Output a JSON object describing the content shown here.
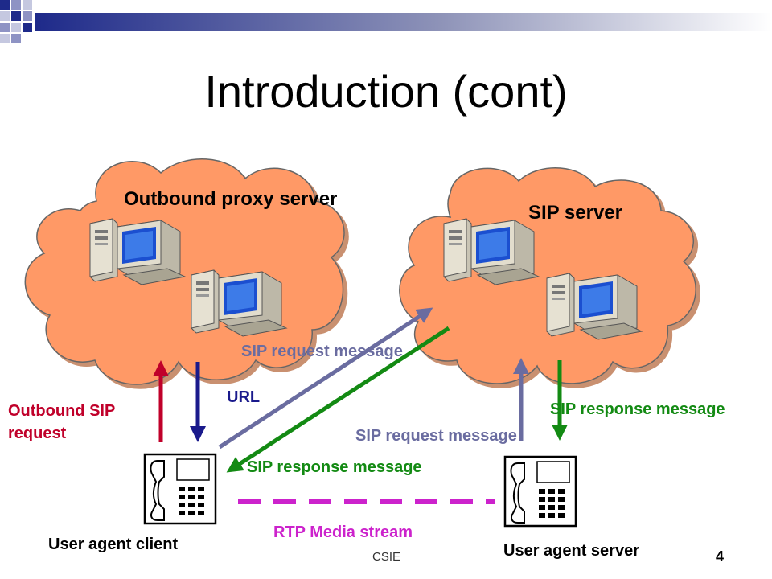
{
  "slide": {
    "title": "Introduction (cont)",
    "footer": "CSIE",
    "page_number": "4"
  },
  "clouds": {
    "left_label": "Outbound proxy server",
    "right_label": "SIP server"
  },
  "messages": {
    "outbound_request": "Outbound SIP\nrequest",
    "url": "URL",
    "sip_request_top": "SIP request message",
    "sip_request_bottom": "SIP request message",
    "sip_response_left": "SIP response message",
    "sip_response_right": "SIP response message",
    "rtp": "RTP Media stream"
  },
  "endpoints": {
    "client": "User agent client",
    "server": "User agent server"
  },
  "colors": {
    "cloud_fill": "#ff9966",
    "red": "#c0002a",
    "navy": "#1a1a8c",
    "steel": "#6a6ca0",
    "green": "#138a13",
    "magenta": "#cc22cc"
  }
}
